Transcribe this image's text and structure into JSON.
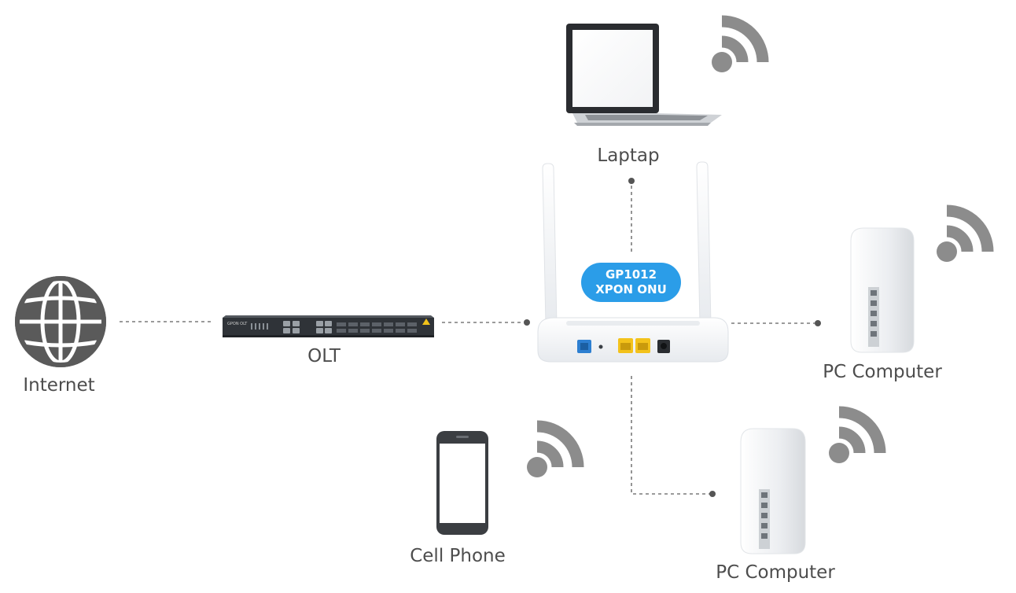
{
  "labels": {
    "internet": "Internet",
    "olt": "OLT",
    "laptop": "Laptap",
    "pc_right": "PC Computer",
    "pc_bottom": "PC Computer",
    "cell_phone": "Cell Phone"
  },
  "onu_badge": {
    "line1": "GP1012",
    "line2": "XPON ONU"
  },
  "olt_device_text": "GPON OLT",
  "colors": {
    "label_text": "#4d4d4d",
    "badge_bg": "#2b9de8",
    "badge_text": "#ffffff",
    "connector": "#7a7a7a",
    "wifi_icon": "#8c8c8c",
    "globe_icon": "#5a5a5a",
    "olt_body": "#2f3338",
    "router_body": "#f4f6f8",
    "tower_body": "#eef0f2",
    "ethernet_port": "#f3c21b",
    "fiber_port": "#2d7fd1"
  },
  "icons": [
    "globe-icon",
    "olt-device-icon",
    "router-icon",
    "laptop-icon",
    "mesh-tower-icon",
    "cell-phone-icon",
    "wifi-signal-icon"
  ]
}
